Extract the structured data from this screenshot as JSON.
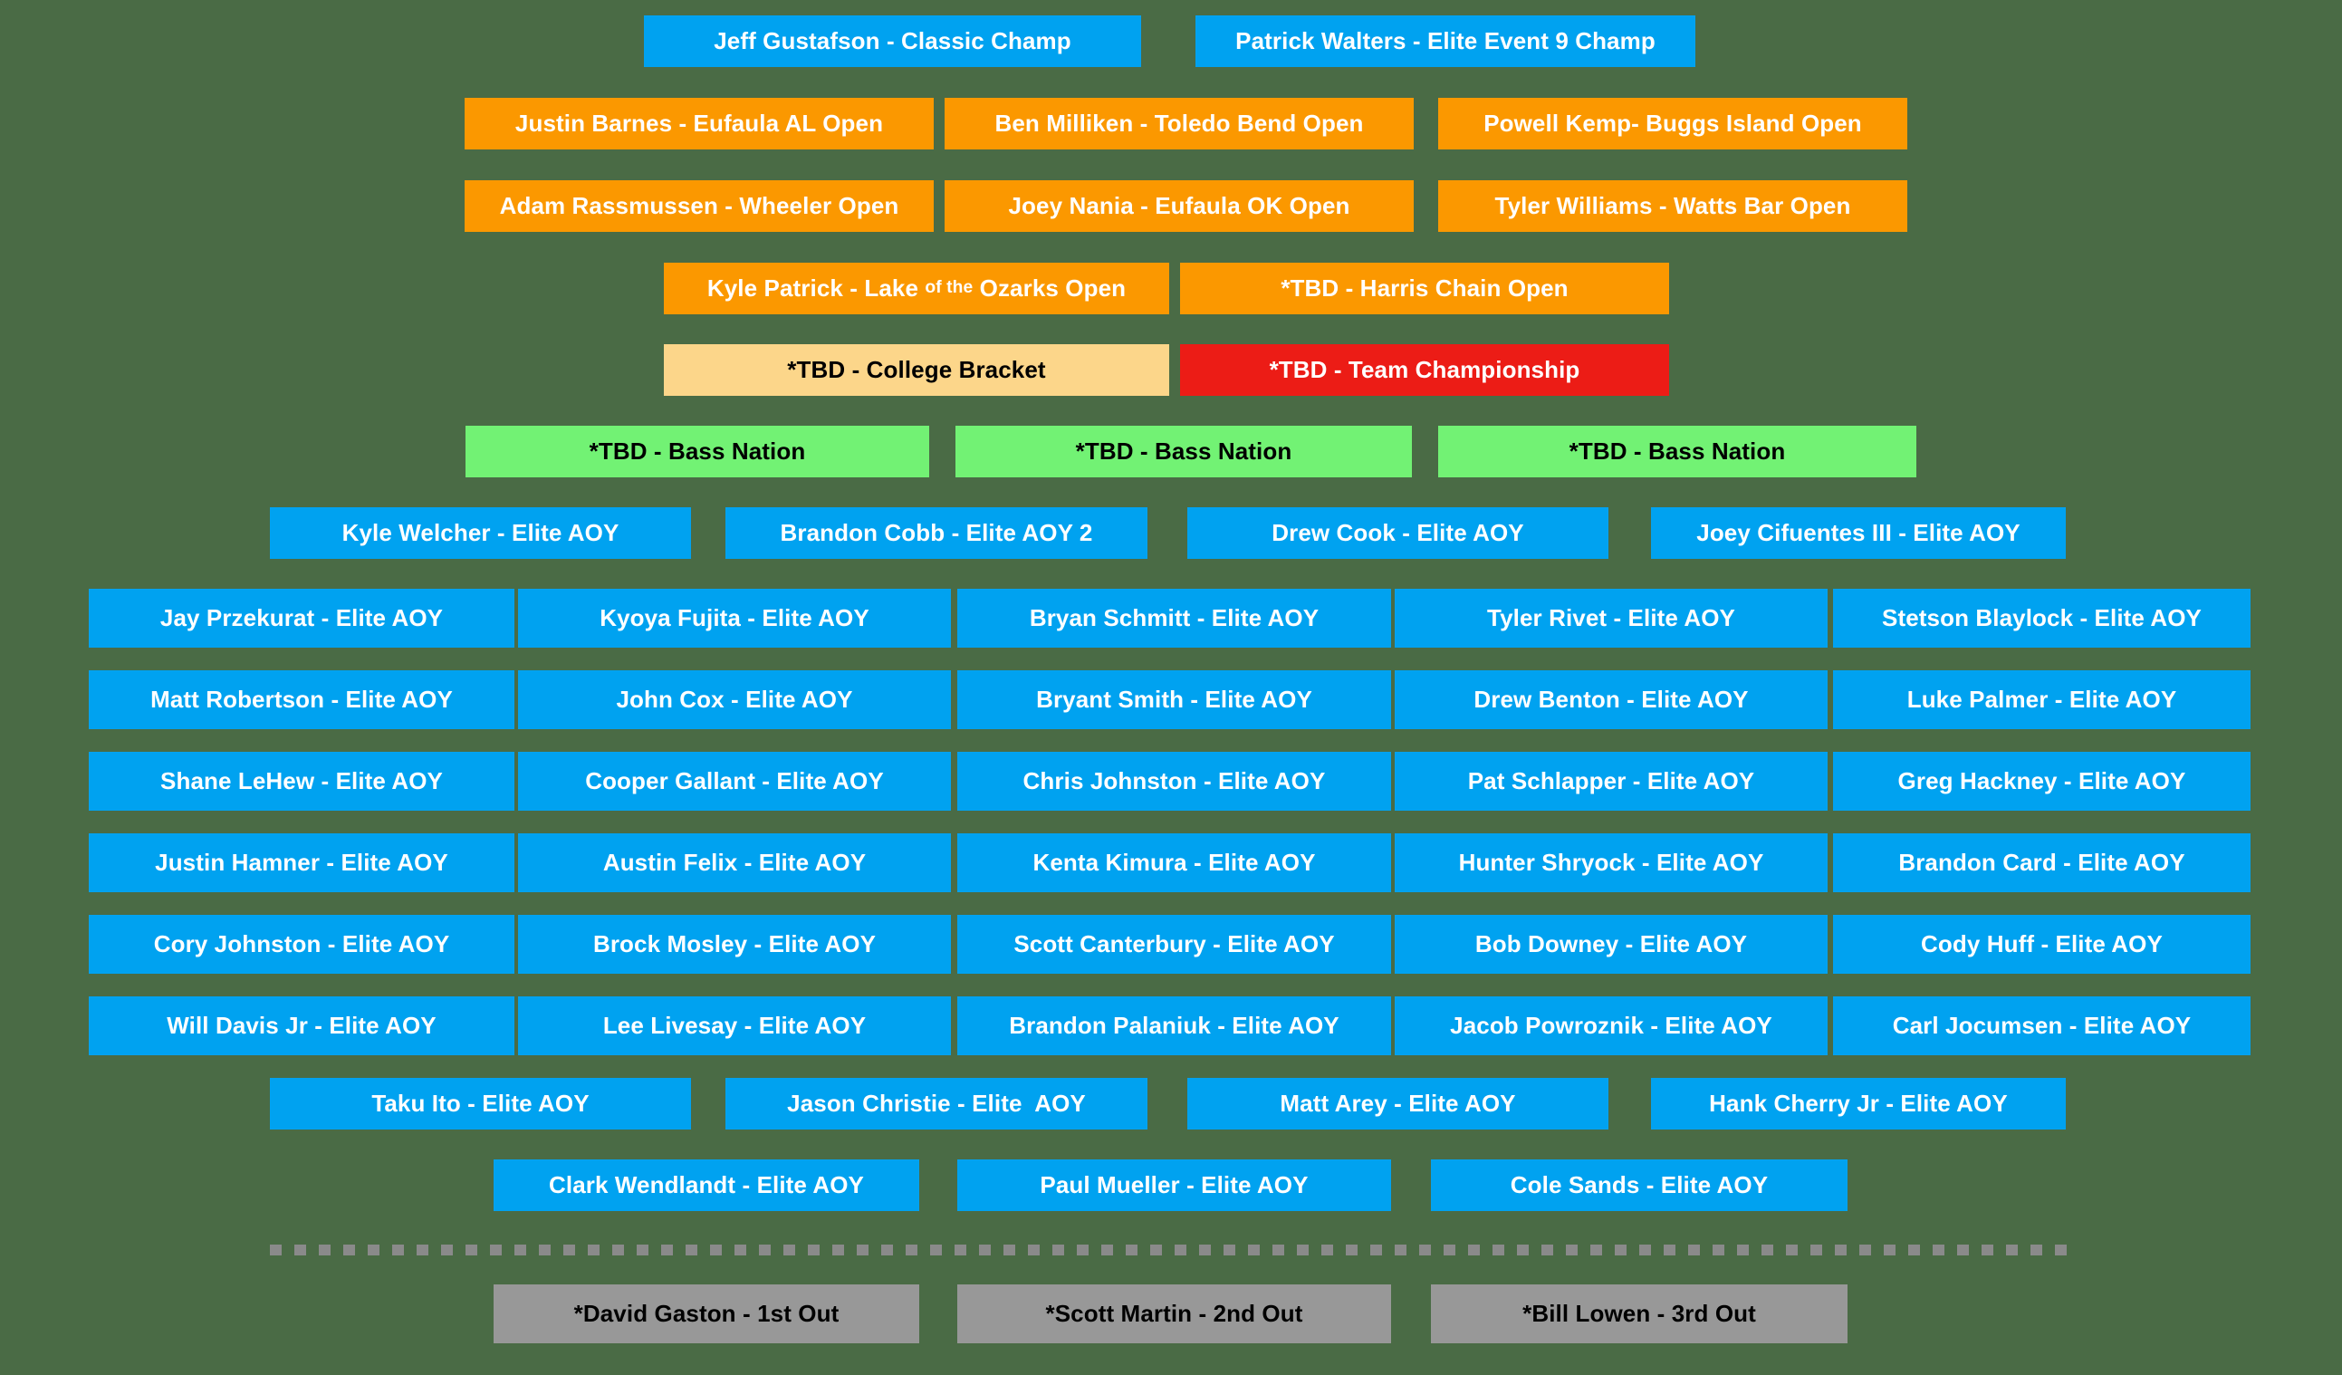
{
  "theme": {
    "background": "#4a6b45",
    "blue": "#00a2f0",
    "orange": "#fb9800",
    "tan": "#fcd68a",
    "red": "#ec1c16",
    "green": "#72f274",
    "gray": "#989898",
    "divider_color": "#8a8a8a"
  },
  "rows": [
    {
      "name": "champions-row",
      "cells": [
        {
          "label": "Jeff Gustafson - Classic Champ",
          "color": "blue"
        },
        {
          "label": "Patrick Walters - Elite Event 9 Champ",
          "color": "blue"
        }
      ]
    },
    {
      "name": "opens-row-1",
      "cells": [
        {
          "label": "Justin Barnes - Eufaula AL Open",
          "color": "orange"
        },
        {
          "label": "Ben Milliken - Toledo Bend Open",
          "color": "orange"
        },
        {
          "label": "Powell Kemp- Buggs Island Open",
          "color": "orange"
        }
      ]
    },
    {
      "name": "opens-row-2",
      "cells": [
        {
          "label": "Adam Rassmussen - Wheeler Open",
          "color": "orange"
        },
        {
          "label": "Joey Nania - Eufaula OK Open",
          "color": "orange"
        },
        {
          "label": "Tyler Williams - Watts Bar Open",
          "color": "orange"
        }
      ]
    },
    {
      "name": "opens-row-3",
      "cells": [
        {
          "label_parts": [
            "Kyle Patrick - Lake ",
            "of the",
            " Ozarks Open"
          ],
          "label": "Kyle Patrick - Lake of the Ozarks Open",
          "color": "orange"
        },
        {
          "label": "*TBD - Harris Chain Open",
          "color": "orange"
        }
      ]
    },
    {
      "name": "bracket-row",
      "cells": [
        {
          "label": "*TBD - College Bracket",
          "color": "tan"
        },
        {
          "label": "*TBD - Team Championship",
          "color": "red"
        }
      ]
    },
    {
      "name": "bass-nation-row",
      "cells": [
        {
          "label": "*TBD - Bass Nation",
          "color": "green"
        },
        {
          "label": "*TBD - Bass Nation",
          "color": "green"
        },
        {
          "label": "*TBD - Bass Nation",
          "color": "green"
        }
      ]
    },
    {
      "name": "aoy-row-1",
      "cells": [
        {
          "label": "Kyle Welcher - Elite AOY",
          "color": "blue"
        },
        {
          "label": "Brandon Cobb - Elite AOY 2",
          "color": "blue"
        },
        {
          "label": "Drew Cook - Elite AOY",
          "color": "blue"
        },
        {
          "label": "Joey Cifuentes III - Elite AOY",
          "color": "blue"
        }
      ]
    },
    {
      "name": "aoy-row-2",
      "cells": [
        {
          "label": "Jay Przekurat - Elite AOY",
          "color": "blue"
        },
        {
          "label": "Kyoya Fujita - Elite AOY",
          "color": "blue"
        },
        {
          "label": "Bryan Schmitt - Elite AOY",
          "color": "blue"
        },
        {
          "label": "Tyler Rivet - Elite AOY",
          "color": "blue"
        },
        {
          "label": "Stetson Blaylock - Elite AOY",
          "color": "blue"
        }
      ]
    },
    {
      "name": "aoy-row-3",
      "cells": [
        {
          "label": "Matt Robertson - Elite AOY",
          "color": "blue"
        },
        {
          "label": "John Cox - Elite AOY",
          "color": "blue"
        },
        {
          "label": "Bryant Smith - Elite AOY",
          "color": "blue"
        },
        {
          "label": "Drew Benton - Elite AOY",
          "color": "blue"
        },
        {
          "label": "Luke Palmer - Elite AOY",
          "color": "blue"
        }
      ]
    },
    {
      "name": "aoy-row-4",
      "cells": [
        {
          "label": "Shane LeHew - Elite AOY",
          "color": "blue"
        },
        {
          "label": "Cooper Gallant - Elite AOY",
          "color": "blue"
        },
        {
          "label": "Chris Johnston - Elite AOY",
          "color": "blue"
        },
        {
          "label": "Pat Schlapper - Elite AOY",
          "color": "blue"
        },
        {
          "label": "Greg Hackney - Elite AOY",
          "color": "blue"
        }
      ]
    },
    {
      "name": "aoy-row-5",
      "cells": [
        {
          "label": "Justin Hamner - Elite AOY",
          "color": "blue"
        },
        {
          "label": "Austin Felix - Elite AOY",
          "color": "blue"
        },
        {
          "label": "Kenta Kimura - Elite AOY",
          "color": "blue"
        },
        {
          "label": "Hunter Shryock - Elite AOY",
          "color": "blue"
        },
        {
          "label": "Brandon Card - Elite AOY",
          "color": "blue"
        }
      ]
    },
    {
      "name": "aoy-row-6",
      "cells": [
        {
          "label": "Cory Johnston - Elite AOY",
          "color": "blue"
        },
        {
          "label": "Brock Mosley - Elite AOY",
          "color": "blue"
        },
        {
          "label": "Scott Canterbury - Elite AOY",
          "color": "blue"
        },
        {
          "label": "Bob Downey - Elite AOY",
          "color": "blue"
        },
        {
          "label": "Cody Huff - Elite AOY",
          "color": "blue"
        }
      ]
    },
    {
      "name": "aoy-row-7",
      "cells": [
        {
          "label": "Will Davis Jr - Elite AOY",
          "color": "blue"
        },
        {
          "label": "Lee Livesay - Elite AOY",
          "color": "blue"
        },
        {
          "label": "Brandon Palaniuk - Elite AOY",
          "color": "blue"
        },
        {
          "label": "Jacob Powroznik - Elite AOY",
          "color": "blue"
        },
        {
          "label": "Carl Jocumsen - Elite AOY",
          "color": "blue"
        }
      ]
    },
    {
      "name": "aoy-row-8",
      "cells": [
        {
          "label": "Taku Ito - Elite AOY",
          "color": "blue"
        },
        {
          "label": "Jason Christie - Elite  AOY",
          "color": "blue"
        },
        {
          "label": "Matt Arey - Elite AOY",
          "color": "blue"
        },
        {
          "label": "Hank Cherry Jr - Elite AOY",
          "color": "blue"
        }
      ]
    },
    {
      "name": "aoy-row-9",
      "cells": [
        {
          "label": "Clark Wendlandt - Elite AOY",
          "color": "blue"
        },
        {
          "label": "Paul Mueller - Elite AOY",
          "color": "blue"
        },
        {
          "label": "Cole Sands - Elite AOY",
          "color": "blue"
        }
      ]
    },
    {
      "name": "cut-line-divider",
      "divider": true
    },
    {
      "name": "out-row",
      "cells": [
        {
          "label": "*David Gaston - 1st Out",
          "color": "gray"
        },
        {
          "label": "*Scott Martin - 2nd Out",
          "color": "gray"
        },
        {
          "label": "*Bill Lowen - 3rd Out",
          "color": "gray"
        }
      ]
    }
  ]
}
